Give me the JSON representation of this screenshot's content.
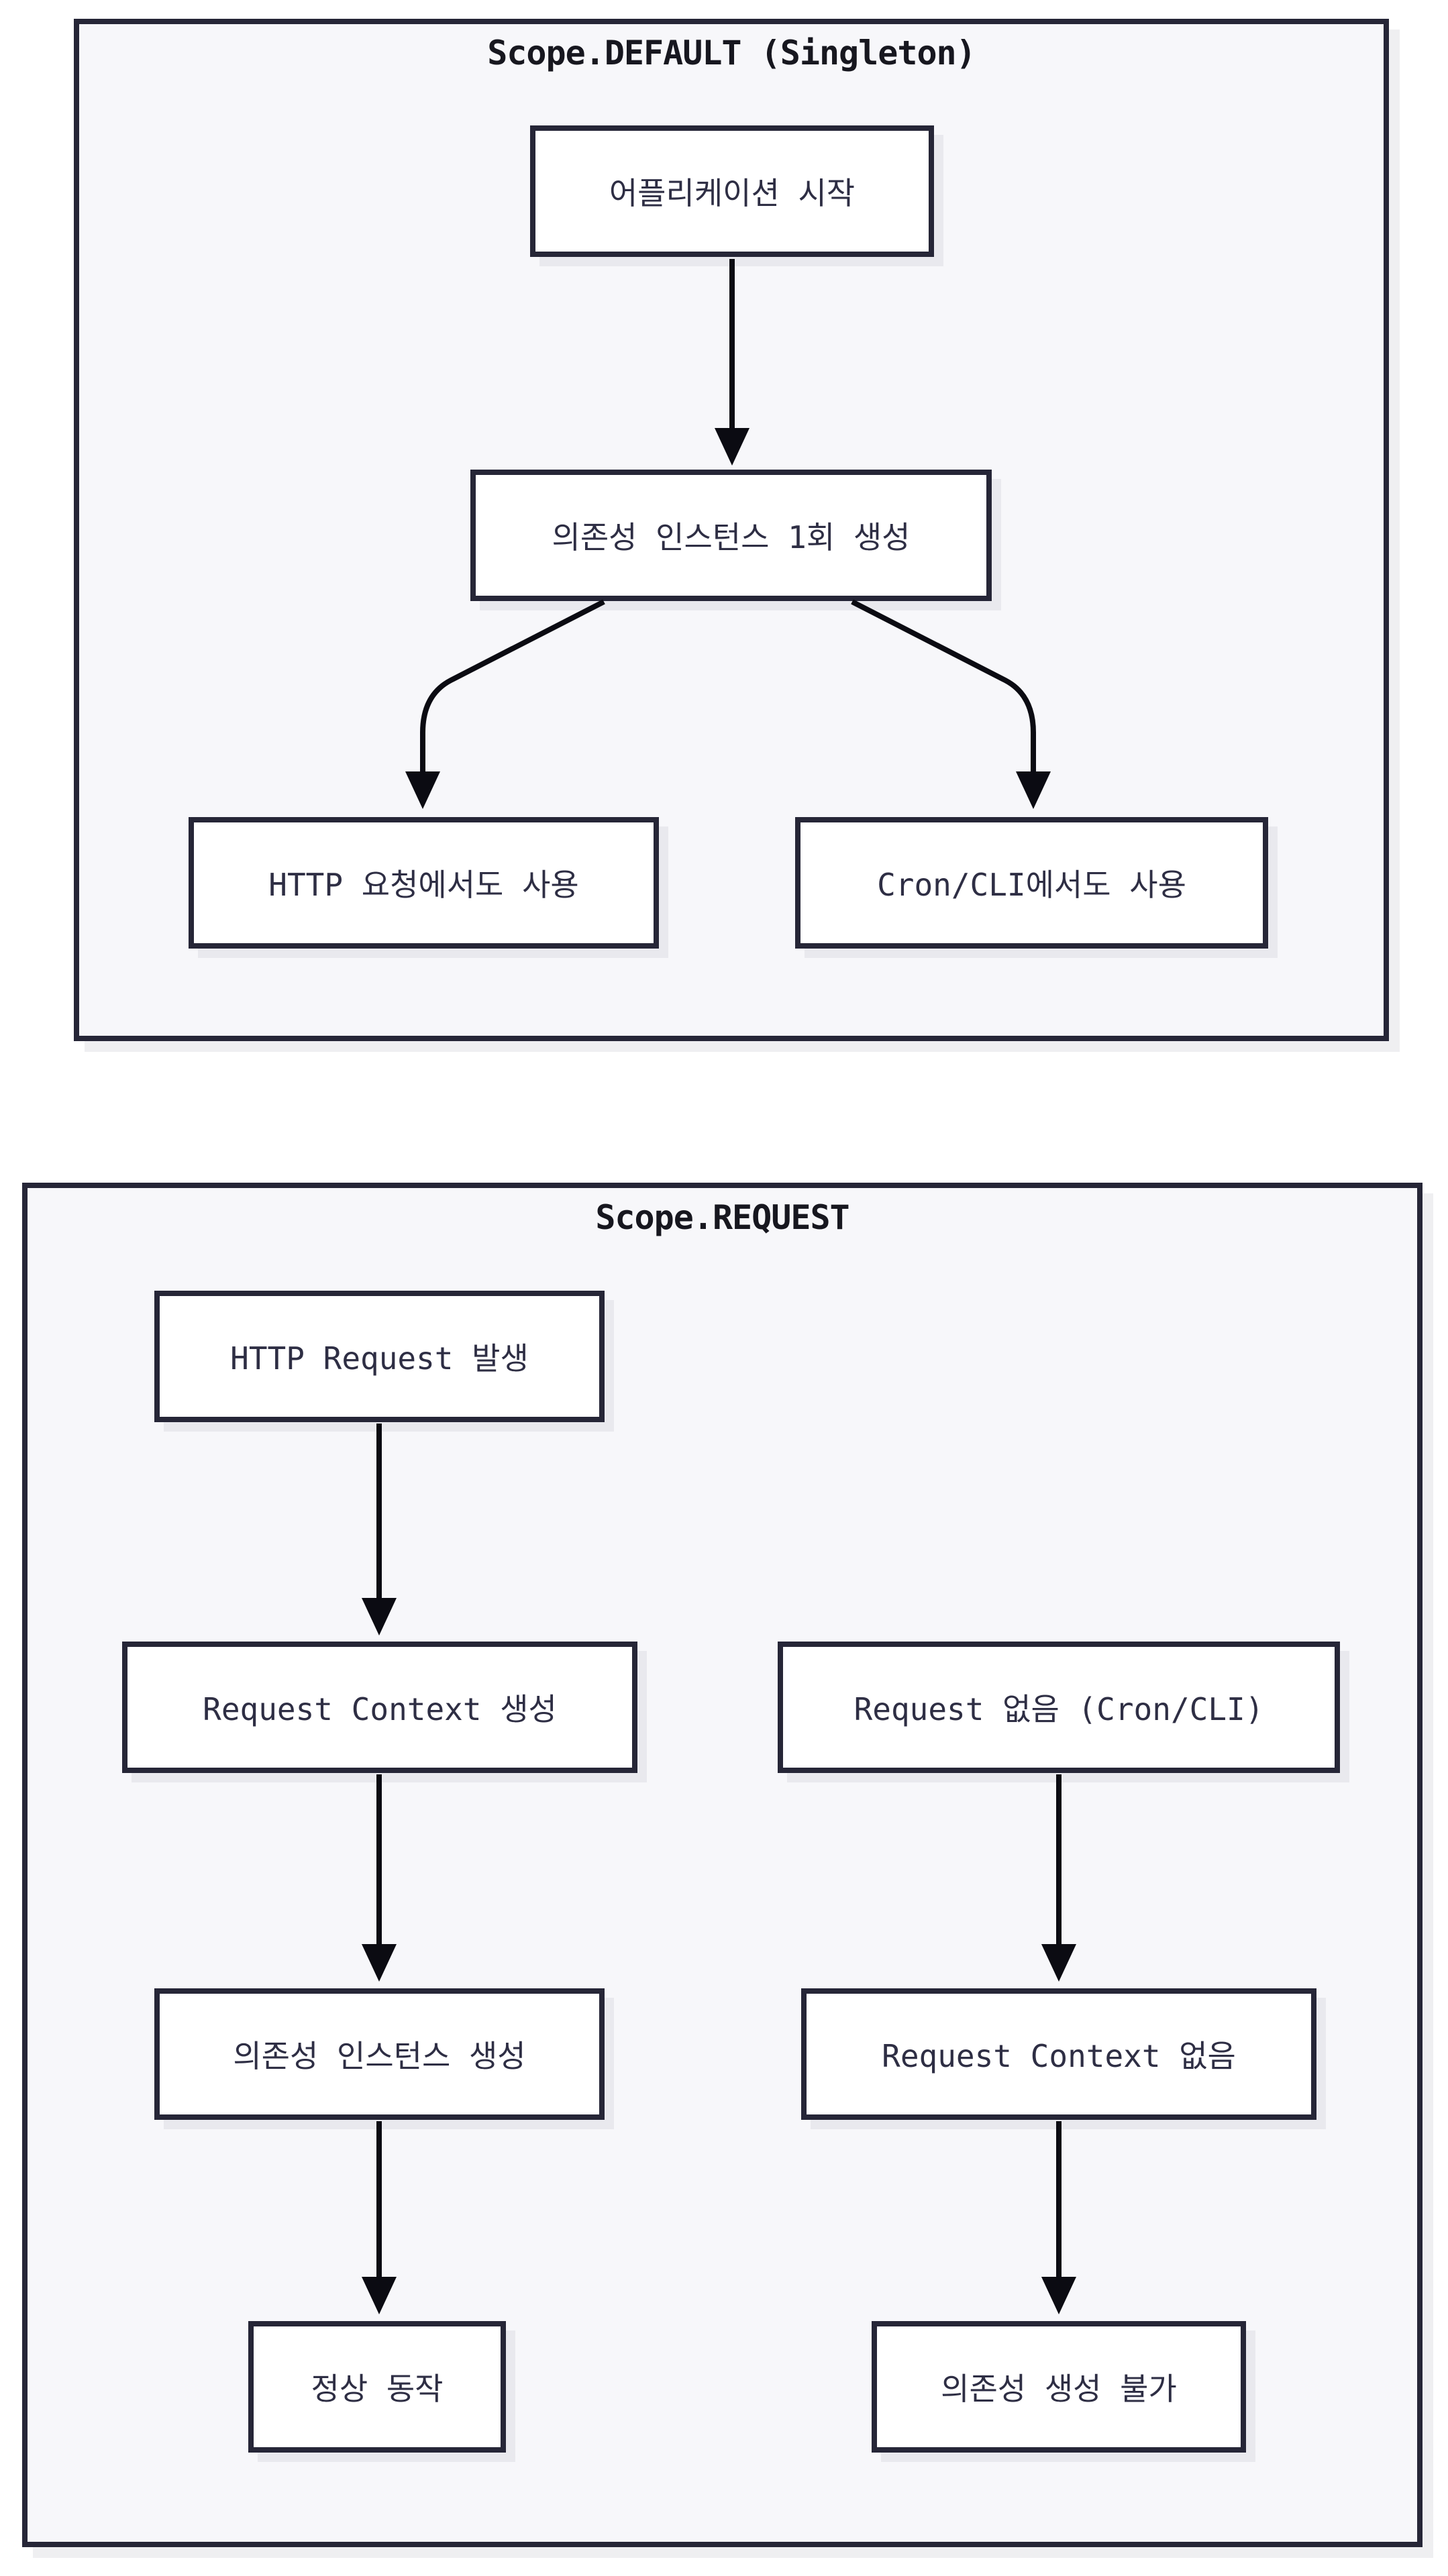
{
  "colors": {
    "page_bg": "#ffffff",
    "container_bg": "#f7f7fa",
    "border": "#262637",
    "node_bg": "#ffffff",
    "text": "#2e2e44",
    "title_text": "#17171f",
    "arrow": "#0b0b12",
    "shadow": "#e9e9ee"
  },
  "diagrams": [
    {
      "title": "Scope.DEFAULT (Singleton)",
      "nodes": [
        {
          "id": "app-start",
          "label": "어플리케이션 시작"
        },
        {
          "id": "dep-create-once",
          "label": "의존성 인스턴스 1회 생성"
        },
        {
          "id": "http-usage",
          "label": "HTTP 요청에서도 사용"
        },
        {
          "id": "cron-cli-usage",
          "label": "Cron/CLI에서도 사용"
        }
      ],
      "edges": [
        {
          "from": "app-start",
          "to": "dep-create-once"
        },
        {
          "from": "dep-create-once",
          "to": "http-usage"
        },
        {
          "from": "dep-create-once",
          "to": "cron-cli-usage"
        }
      ]
    },
    {
      "title": "Scope.REQUEST",
      "nodes": [
        {
          "id": "http-request",
          "label": "HTTP Request 발생"
        },
        {
          "id": "request-context-create",
          "label": "Request Context 생성"
        },
        {
          "id": "no-request",
          "label": "Request 없음 (Cron/CLI)"
        },
        {
          "id": "dep-instance-create",
          "label": "의존성 인스턴스 생성"
        },
        {
          "id": "no-request-context",
          "label": "Request Context 없음"
        },
        {
          "id": "normal-operation",
          "label": "정상 동작"
        },
        {
          "id": "dep-create-impossible",
          "label": "의존성 생성 불가"
        }
      ],
      "edges": [
        {
          "from": "http-request",
          "to": "request-context-create"
        },
        {
          "from": "request-context-create",
          "to": "dep-instance-create"
        },
        {
          "from": "no-request",
          "to": "no-request-context"
        },
        {
          "from": "dep-instance-create",
          "to": "normal-operation"
        },
        {
          "from": "no-request-context",
          "to": "dep-create-impossible"
        }
      ]
    }
  ]
}
